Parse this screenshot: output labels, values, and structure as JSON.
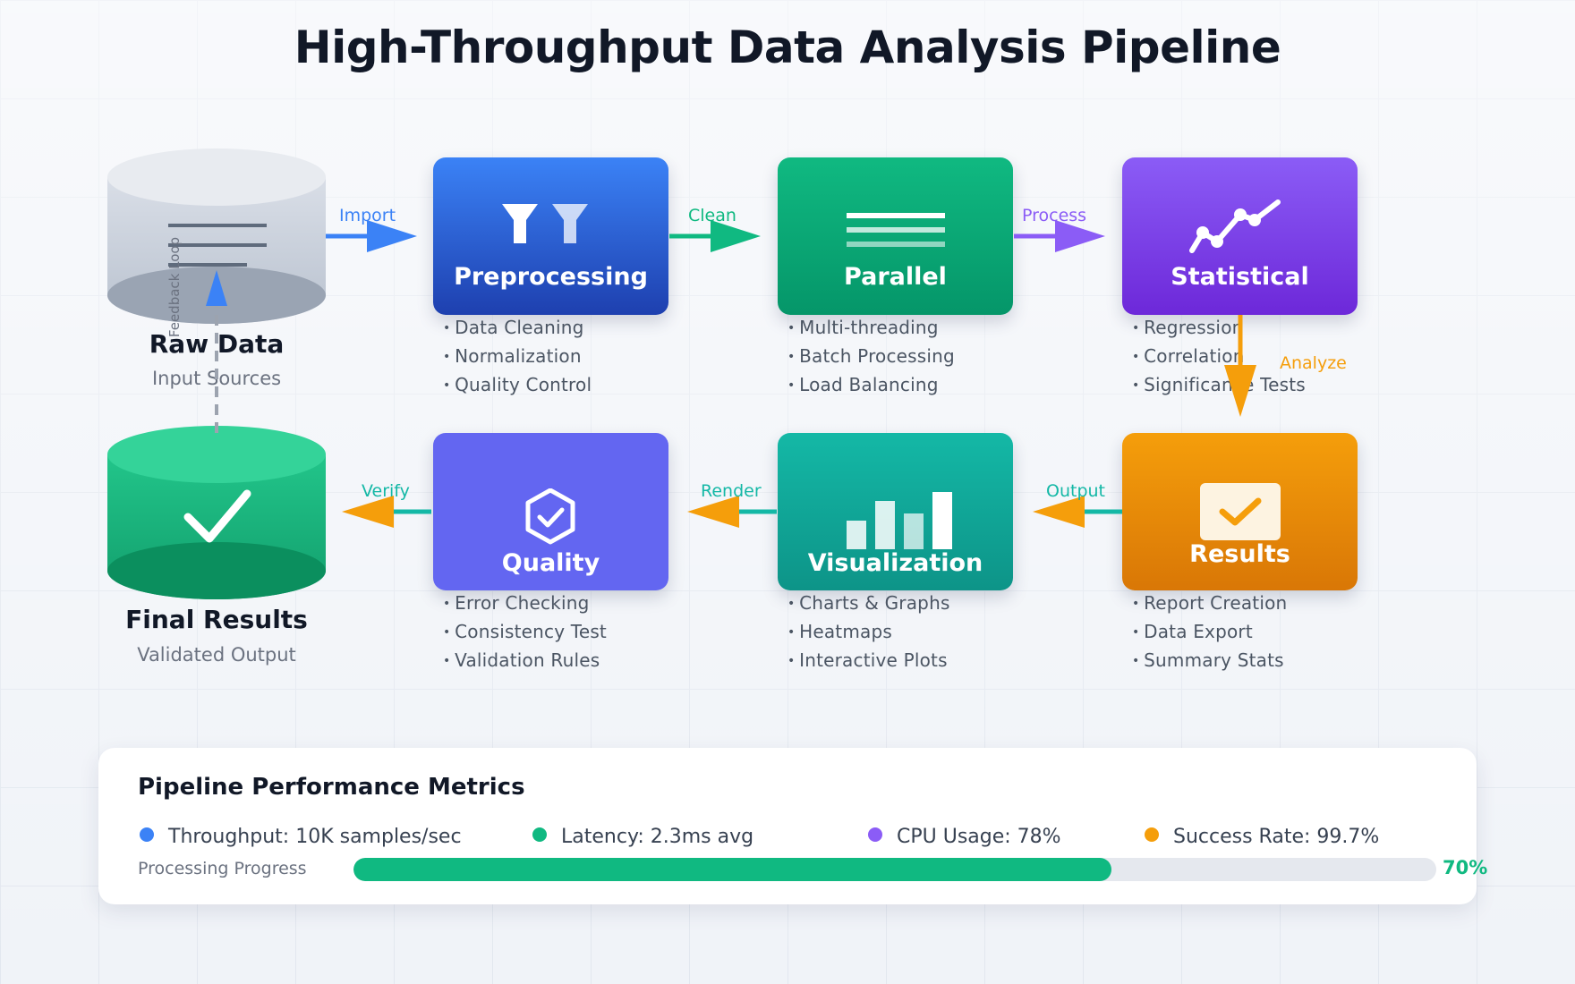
{
  "title": "High-Throughput Data Analysis Pipeline",
  "raw_data": {
    "title": "Raw Data",
    "subtitle": "Input Sources"
  },
  "final_results": {
    "title": "Final Results",
    "subtitle": "Validated Output"
  },
  "feedback_label": "Feedback Loop",
  "stages": [
    {
      "label": "Preprocessing",
      "icon": "filter-icon",
      "color_top": "#3b82f6",
      "color_bottom": "#1e40af",
      "bullets": [
        "Data Cleaning",
        "Normalization",
        "Quality Control"
      ]
    },
    {
      "label": "Parallel",
      "icon": "parallel-lines-icon",
      "color_top": "#10b981",
      "color_bottom": "#059669",
      "bullets": [
        "Multi-threading",
        "Batch Processing",
        "Load Balancing"
      ]
    },
    {
      "label": "Statistical",
      "icon": "trend-line-icon",
      "color_top": "#8b5cf6",
      "color_bottom": "#6d28d9",
      "bullets": [
        "Regression",
        "Correlation",
        "Significance Tests"
      ]
    },
    {
      "label": "Results",
      "icon": "checkbox-icon",
      "color_top": "#f59e0b",
      "color_bottom": "#d97706",
      "bullets": [
        "Report Creation",
        "Data Export",
        "Summary Stats"
      ]
    },
    {
      "label": "Visualization",
      "icon": "bar-chart-icon",
      "color_top": "#14b8a6",
      "color_bottom": "#0d9488",
      "bullets": [
        "Charts & Graphs",
        "Heatmaps",
        "Interactive Plots"
      ]
    },
    {
      "label": "Quality",
      "icon": "shield-check-icon",
      "color_top": "#6366f1",
      "color_bottom": "#6366f1",
      "bullets": [
        "Error Checking",
        "Consistency Test",
        "Validation Rules"
      ]
    }
  ],
  "connectors": {
    "import": "Import",
    "clean": "Clean",
    "process": "Process",
    "analyze": "Analyze",
    "output": "Output",
    "render": "Render",
    "verify": "Verify"
  },
  "colors": {
    "blue": "#3b82f6",
    "green": "#10b981",
    "purple": "#8b5cf6",
    "orange": "#f59e0b",
    "teal": "#14b8a6"
  },
  "metrics": {
    "title": "Pipeline Performance Metrics",
    "items": [
      {
        "text": "Throughput: 10K samples/sec",
        "color": "#3b82f6"
      },
      {
        "text": "Latency: 2.3ms avg",
        "color": "#10b981"
      },
      {
        "text": "CPU Usage: 78%",
        "color": "#8b5cf6"
      },
      {
        "text": "Success Rate: 99.7%",
        "color": "#f59e0b"
      }
    ],
    "progress_label": "Processing Progress",
    "progress_value": 0.7,
    "progress_text": "70%"
  }
}
